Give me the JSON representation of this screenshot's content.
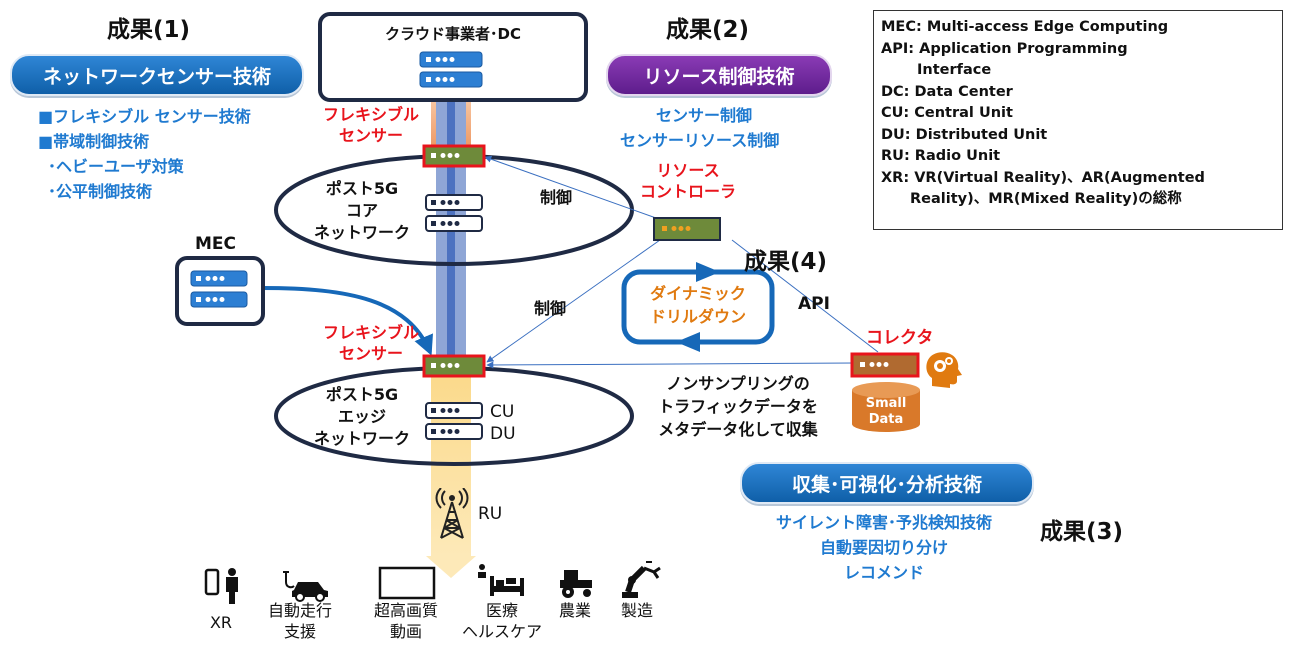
{
  "results": {
    "r1": "成果(1)",
    "r2": "成果(2)",
    "r3": "成果(3)",
    "r4": "成果(4)"
  },
  "pills": {
    "network_sensor": "ネットワークセンサー技術",
    "resource_control": "リソース制御技術",
    "collect_analyze": "収集･可視化･分析技術"
  },
  "left_list": [
    "■フレキシブル センサー技術",
    "■帯域制御技術",
    "･ヘビーユーザ対策",
    "･公平制御技術"
  ],
  "cloud": {
    "title": "クラウド事業者･DC"
  },
  "sensor_label_lines": [
    "フレキシブル",
    "センサー"
  ],
  "core": {
    "lines": [
      "ポスト5G",
      "コア",
      "ネットワーク"
    ]
  },
  "edge": {
    "lines": [
      "ポスト5G",
      "エッジ",
      "ネットワーク"
    ],
    "cu": "CU",
    "du": "DU"
  },
  "mec": {
    "label": "MEC"
  },
  "ru": {
    "label": "RU"
  },
  "resource_controller": {
    "lines": [
      "リソース",
      "コントローラ"
    ]
  },
  "control_label": "制御",
  "r2_items": [
    "センサー制御",
    "センサーリソース制御"
  ],
  "dynamic_drill": {
    "lines": [
      "ダイナミック",
      "ドリルダウン"
    ]
  },
  "api_label": "API",
  "collector": {
    "label": "コレクタ",
    "db_lines": [
      "Small",
      "Data"
    ]
  },
  "nonsampling": {
    "lines": [
      "ノンサンプリングの",
      "トラフィックデータを",
      "メタデータ化して収集"
    ]
  },
  "r3_items": [
    "サイレント障害･予兆検知技術",
    "自動要因切り分け",
    "レコメンド"
  ],
  "legend": [
    {
      "text": "MEC: Multi-access Edge Computing",
      "indent": 0
    },
    {
      "text": "API: Application Programming",
      "indent": 0
    },
    {
      "text": "Interface",
      "indent": 1
    },
    {
      "text": "DC: Data Center",
      "indent": 0
    },
    {
      "text": "CU: Central Unit",
      "indent": 0
    },
    {
      "text": "DU: Distributed Unit",
      "indent": 0
    },
    {
      "text": "RU: Radio Unit",
      "indent": 0
    },
    {
      "text": "XR: VR(Virtual Reality)、AR(Augmented",
      "indent": 0
    },
    {
      "text": "Reality)、MR(Mixed Reality)の総称",
      "indent": 2
    }
  ],
  "use_cases": [
    {
      "lines": [
        "XR"
      ],
      "icon": "xr-person-icon"
    },
    {
      "lines": [
        "自動走行",
        "支援"
      ],
      "icon": "car-icon"
    },
    {
      "lines": [
        "超高画質",
        "動画"
      ],
      "icon": "screen-icon"
    },
    {
      "lines": [
        "医療",
        "ヘルスケア"
      ],
      "icon": "medical-bed-icon"
    },
    {
      "lines": [
        "農業"
      ],
      "icon": "tractor-icon"
    },
    {
      "lines": [
        "製造"
      ],
      "icon": "robot-arm-icon"
    }
  ],
  "colors": {
    "blue_text": "#1f7ad0",
    "red_text": "#e8141c",
    "orange_text": "#e07a10",
    "navy_frame": "#1f2a44",
    "sensor_green": "#6e8a3a",
    "purple_pill": "#6b2a98",
    "blue_pill": "#1567b8"
  }
}
